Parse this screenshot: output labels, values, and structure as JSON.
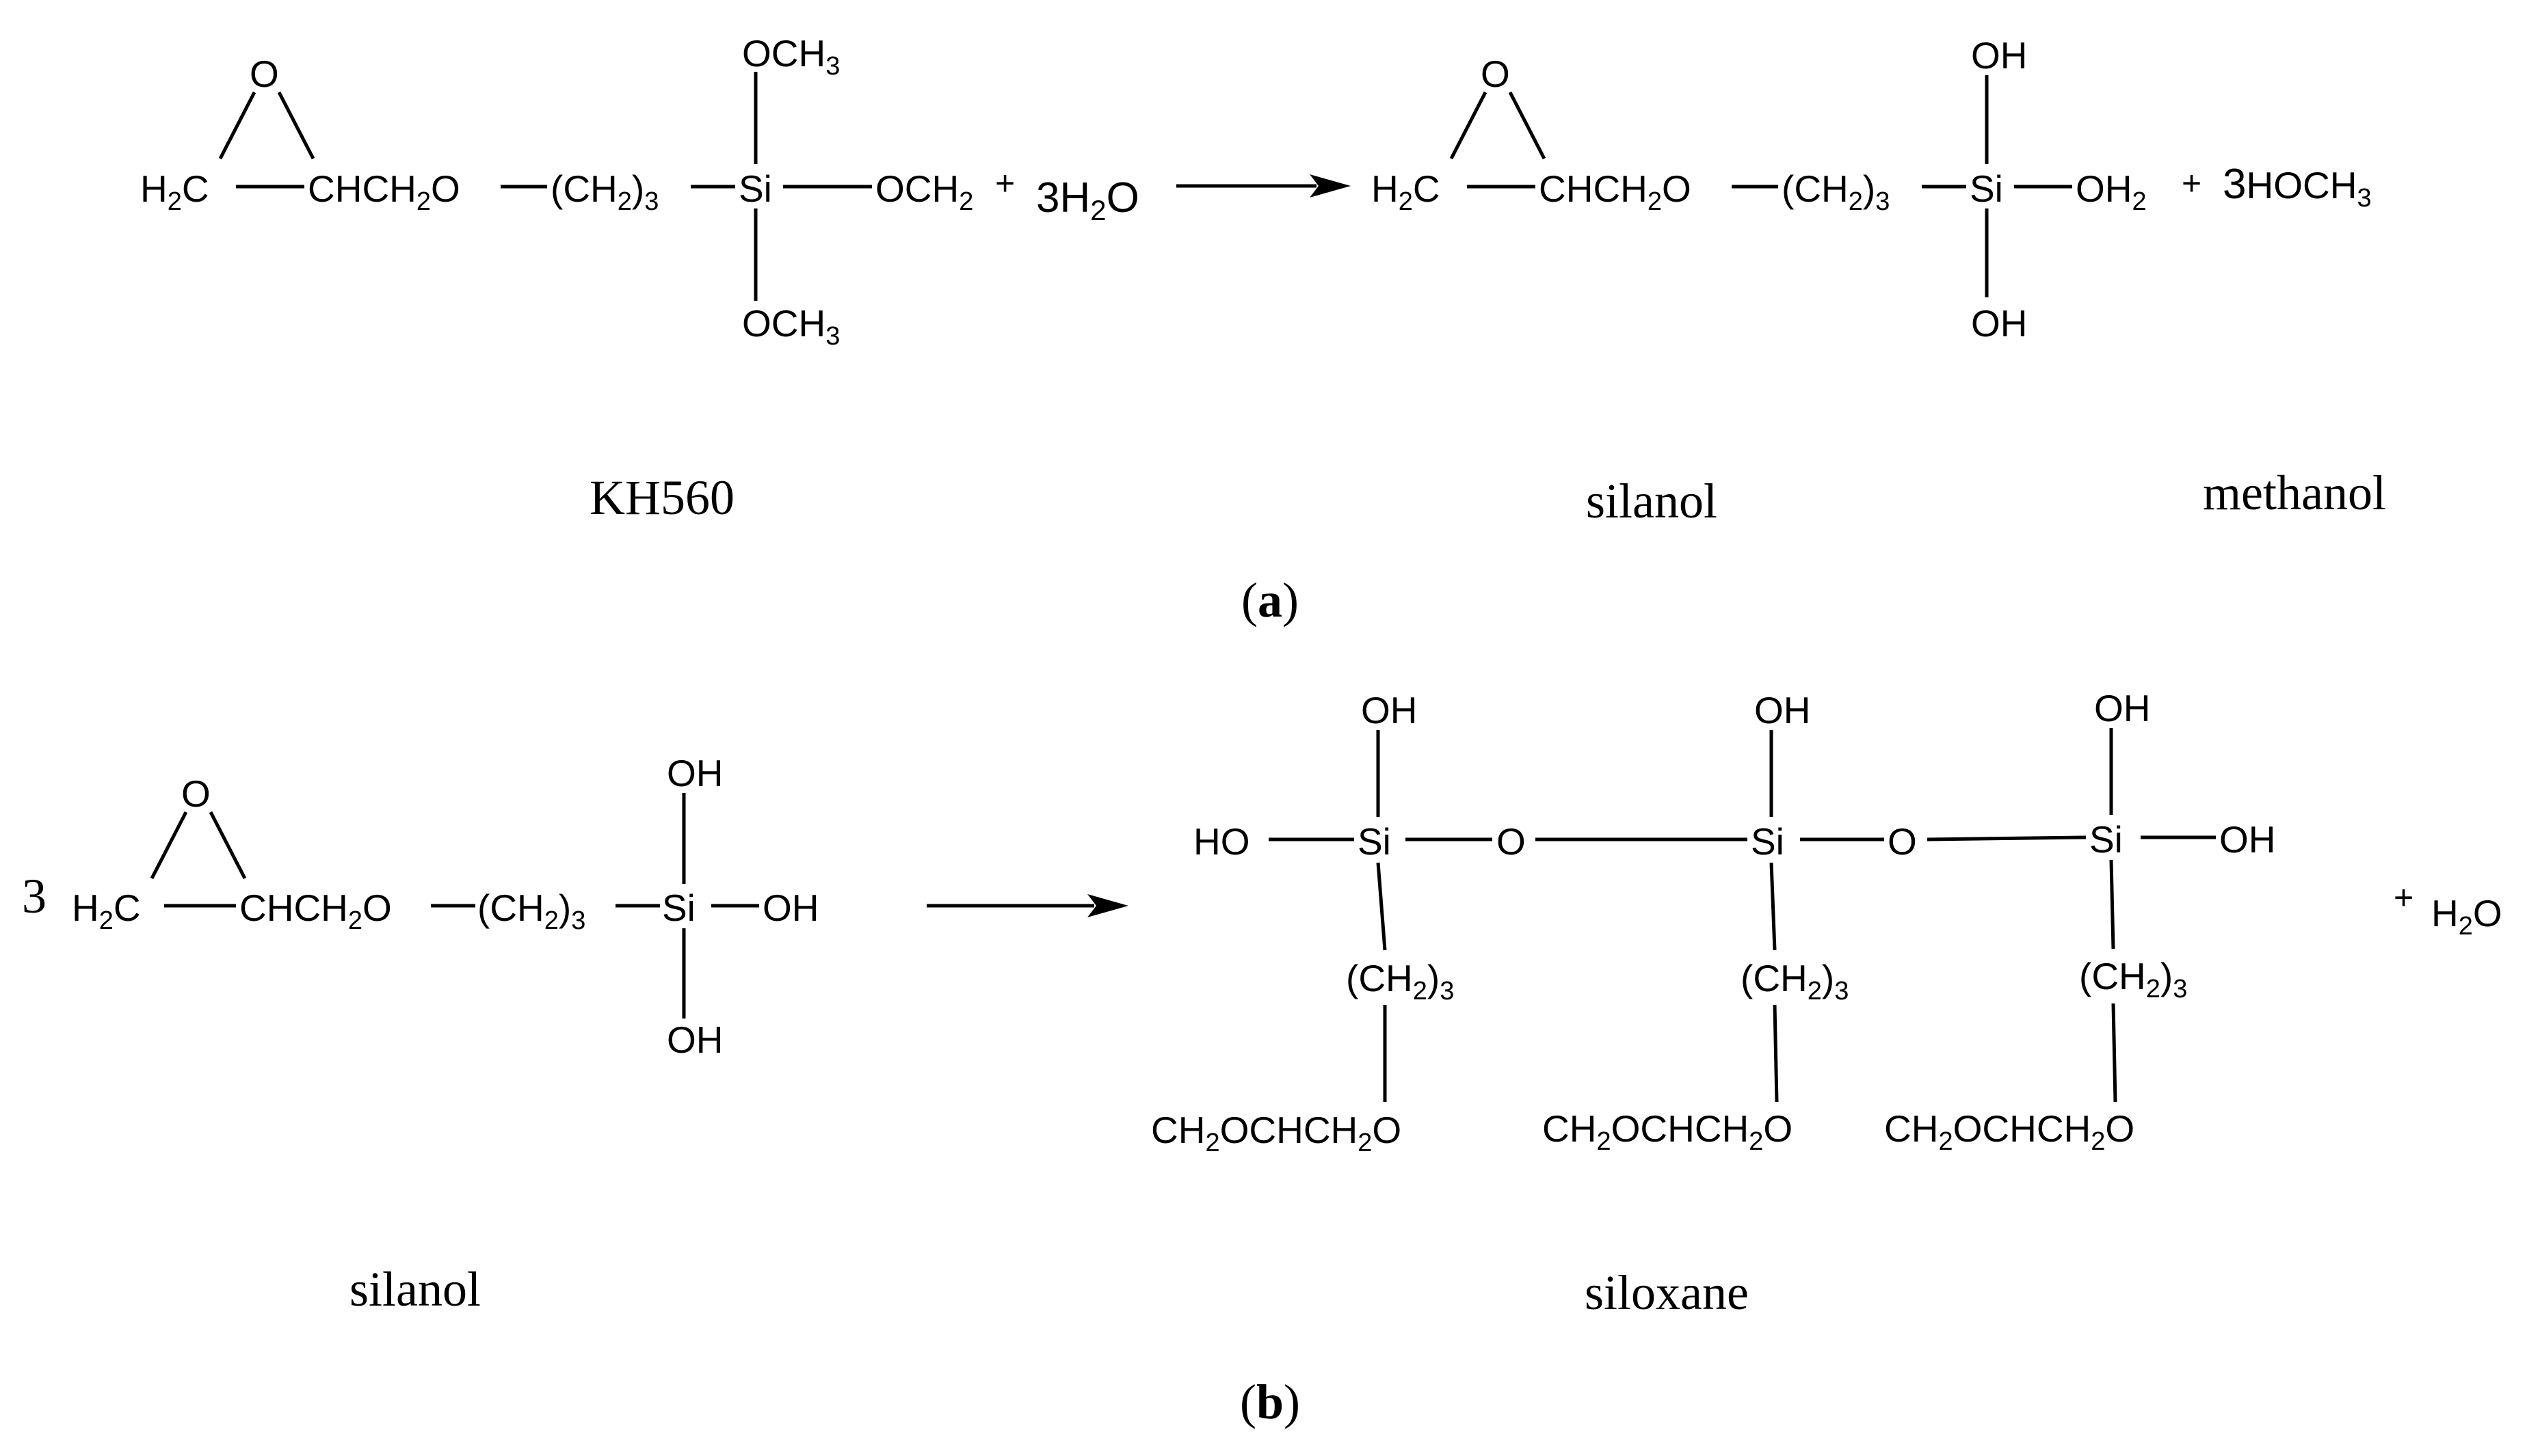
{
  "panel_a": {
    "label_open": "(",
    "label_letter": "a",
    "label_close": ")",
    "reactant_name": "KH560",
    "product_names": [
      "silanol",
      "methanol"
    ],
    "reactant": {
      "ring_o": "O",
      "h2c": "H",
      "h2c_sub": "2",
      "h2c_c": "C",
      "chain_a": "CHCH",
      "chain_a_sub": "2",
      "chain_b": "O",
      "ch2_open": "(CH",
      "ch2_sub": "2",
      "ch2_close": ")",
      "ch2_n": "3",
      "si": "Si",
      "top": "OCH",
      "top_sub": "3",
      "right": "OCH",
      "right_sub": "2",
      "right_plus": "+",
      "bottom": "OCH",
      "bottom_sub": "3"
    },
    "water": {
      "coef": "3H",
      "sub": "2",
      "o": "O"
    },
    "product": {
      "ring_o": "O",
      "h2c": "H",
      "h2c_sub": "2",
      "h2c_c": "C",
      "chain_a": "CHCH",
      "chain_a_sub": "2",
      "chain_b": "O",
      "ch2_open": "(CH",
      "ch2_sub": "2",
      "ch2_close": ")",
      "ch2_n": "3",
      "si": "Si",
      "top": "OH",
      "right": "OH",
      "right_sub": "2",
      "bottom": "OH"
    },
    "byproduct": {
      "plus": "+",
      "coef": "3",
      "formula": "HOCH",
      "sub": "3"
    }
  },
  "panel_b": {
    "label_open": "(",
    "label_letter": "b",
    "label_close": ")",
    "reactant_name": "silanol",
    "product_name": "siloxane",
    "coefficient": "3",
    "reactant": {
      "ring_o": "O",
      "h2c": "H",
      "h2c_sub": "2",
      "h2c_c": "C",
      "chain_a": "CHCH",
      "chain_a_sub": "2",
      "chain_b": "O",
      "ch2_open": "(CH",
      "ch2_sub": "2",
      "ch2_close": ")",
      "ch2_n": "3",
      "si": "Si",
      "top": "OH",
      "right": "OH",
      "bottom": "OH"
    },
    "siloxane": {
      "ho_left": "HO",
      "oh_right": "OH",
      "bridge_o": "O",
      "units": [
        {
          "si": "Si",
          "top": "OH",
          "ch2_open": "(CH",
          "ch2_sub": "2",
          "ch2_close": ")",
          "ch2_n": "3",
          "tail_a": "CH",
          "tail_a_sub": "2",
          "tail_b": "OCHCH",
          "tail_b_sub": "2",
          "tail_c": "O"
        },
        {
          "si": "Si",
          "top": "OH",
          "ch2_open": "(CH",
          "ch2_sub": "2",
          "ch2_close": ")",
          "ch2_n": "3",
          "tail_a": "CH",
          "tail_a_sub": "2",
          "tail_b": "OCHCH",
          "tail_b_sub": "2",
          "tail_c": "O"
        },
        {
          "si": "Si",
          "top": "OH",
          "ch2_open": "(CH",
          "ch2_sub": "2",
          "ch2_close": ")",
          "ch2_n": "3",
          "tail_a": "CH",
          "tail_a_sub": "2",
          "tail_b": "OCHCH",
          "tail_b_sub": "2",
          "tail_c": "O"
        }
      ]
    },
    "byproduct": {
      "plus": "+",
      "formula": "H",
      "sub": "2",
      "o": "O"
    }
  }
}
